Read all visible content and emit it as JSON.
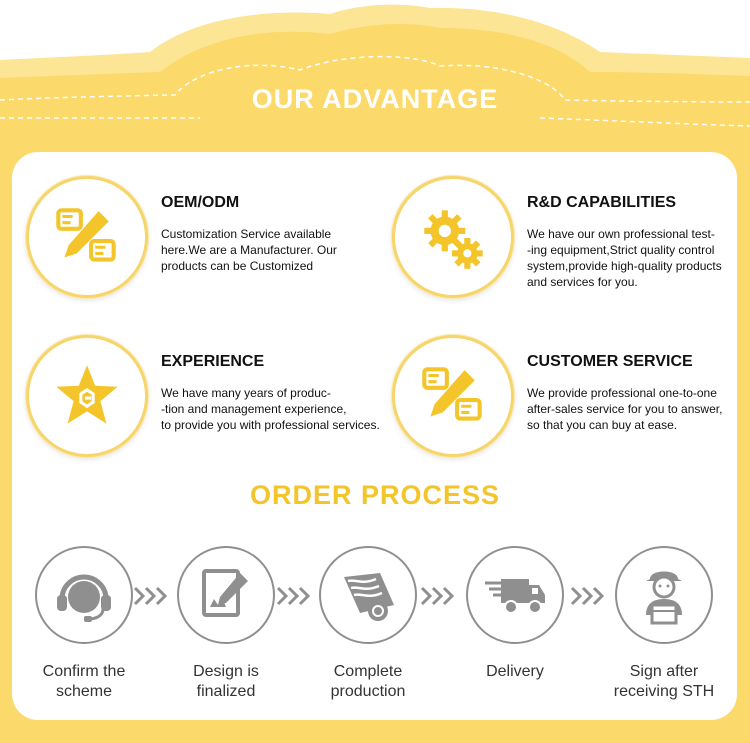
{
  "colors": {
    "accent": "#f3c52a",
    "banner": "#fce289",
    "icon_gray": "#8f8f8f"
  },
  "advantage": {
    "title": "OUR ADVANTAGE",
    "items": [
      {
        "icon": "pencil-icon",
        "title": "OEM/ODM",
        "description": "Customization Service available\nhere.We are a Manufacturer. Our\nproducts can be Customized"
      },
      {
        "icon": "gears-icon",
        "title": "R&D CAPABILITIES",
        "description": "We have our own professional test-\n-ing equipment,Strict quality control\nsystem,provide high-quality products\nand services for you."
      },
      {
        "icon": "star-icon",
        "title": "EXPERIENCE",
        "description": "We have many years of produc-\n-tion and management experience,\nto provide you with professional services."
      },
      {
        "icon": "pencil-icon",
        "title": "CUSTOMER SERVICE",
        "description": "We provide professional one-to-one\nafter-sales service for you to answer,\nso that you can buy at ease."
      }
    ]
  },
  "process": {
    "title": "ORDER PROCESS",
    "steps": [
      {
        "icon": "headset-icon",
        "label": "Confirm the\nscheme"
      },
      {
        "icon": "design-icon",
        "label": "Design is\nfinalized"
      },
      {
        "icon": "fabric-roll-icon",
        "label": "Complete\nproduction"
      },
      {
        "icon": "truck-icon",
        "label": "Delivery"
      },
      {
        "icon": "courier-icon",
        "label": "Sign after\nreceiving STH"
      }
    ]
  }
}
